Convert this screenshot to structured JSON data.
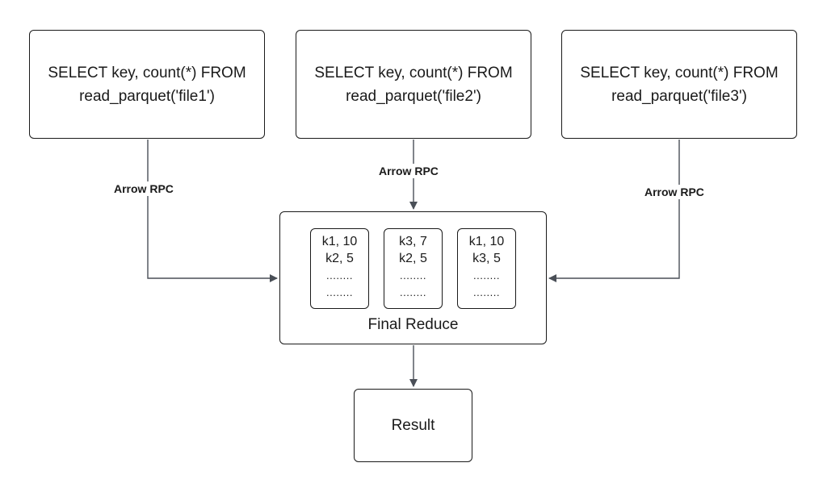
{
  "queries": [
    {
      "line1": "SELECT key, count(*) FROM",
      "line2": "read_parquet('file1')"
    },
    {
      "line1": "SELECT key, count(*) FROM",
      "line2": "read_parquet('file2')"
    },
    {
      "line1": "SELECT key, count(*) FROM",
      "line2": "read_parquet('file3')"
    }
  ],
  "edge_label": "Arrow RPC",
  "reduce": {
    "label": "Final Reduce",
    "partials": [
      {
        "rows": [
          "k1, 10",
          "k2, 5",
          "........",
          "........"
        ]
      },
      {
        "rows": [
          "k3, 7",
          "k2, 5",
          "........",
          "........"
        ]
      },
      {
        "rows": [
          "k1, 10",
          "k3, 5",
          "........",
          "........"
        ]
      }
    ]
  },
  "result": {
    "label": "Result"
  },
  "colors": {
    "stroke": "#1a1a1a",
    "connector": "#4a4f57"
  }
}
